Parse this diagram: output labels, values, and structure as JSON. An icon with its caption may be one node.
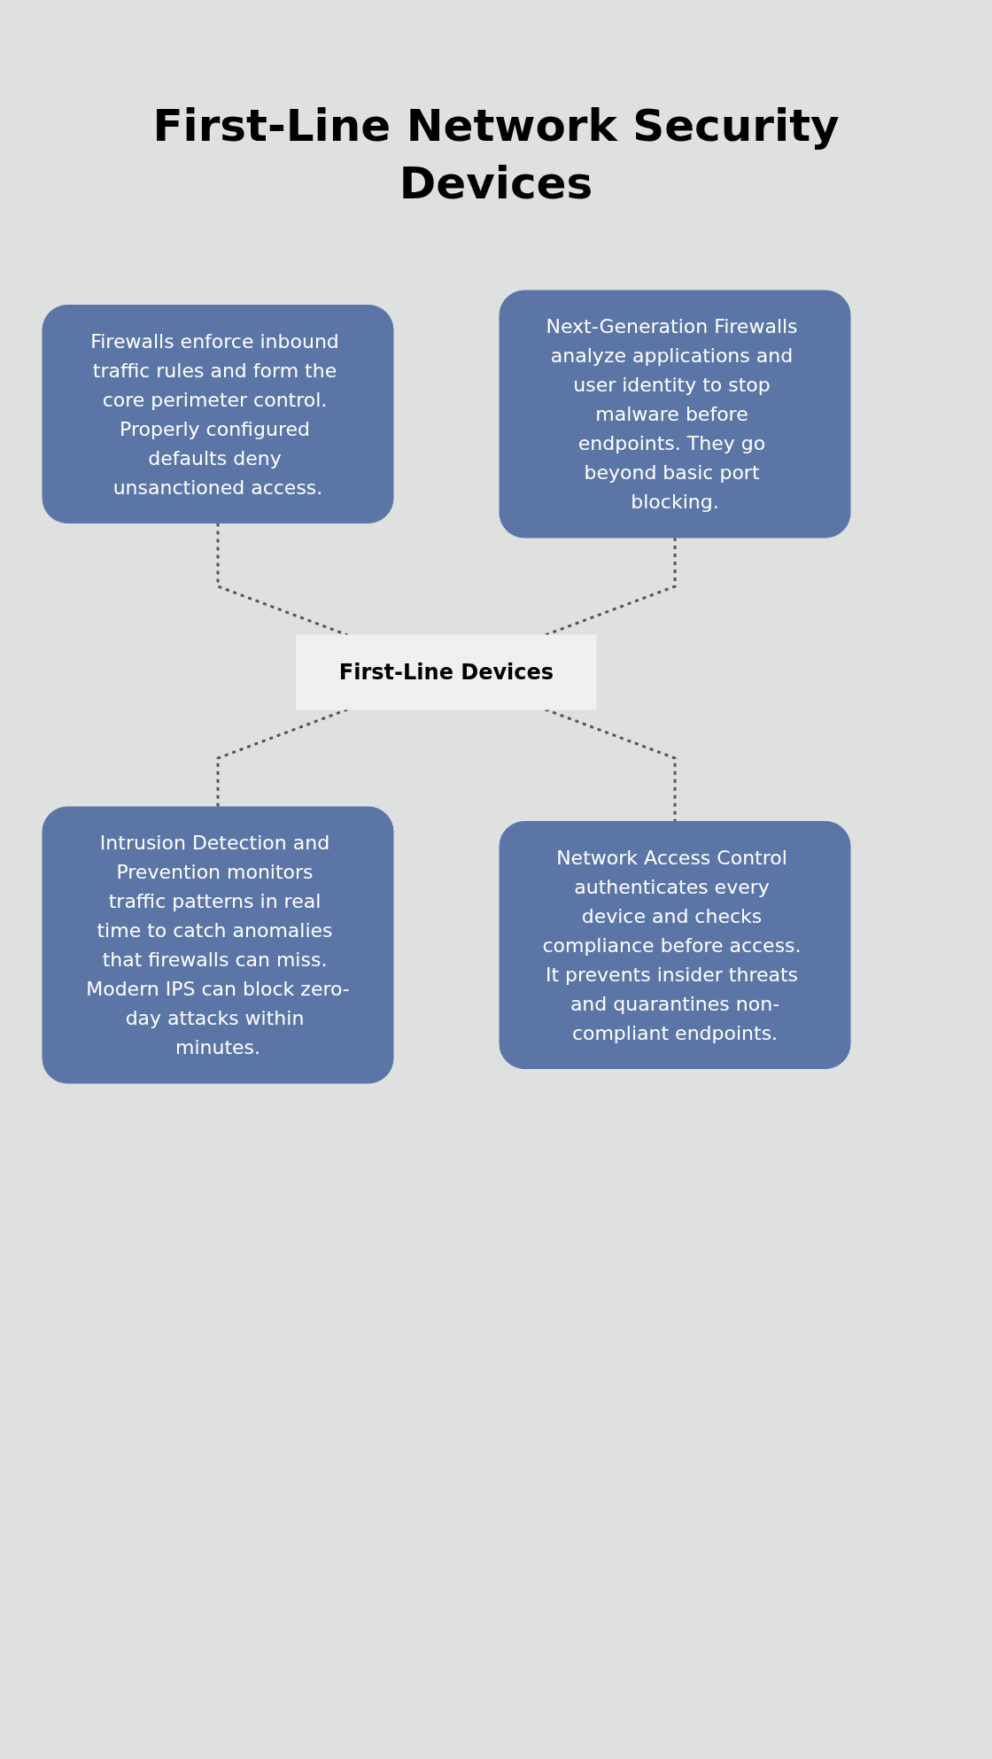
{
  "diagram": {
    "title": "First-Line Network Security Devices",
    "nodes": [
      {
        "text": [
          "Firewalls enforce inbound traffic rules and form the core perimeter control. Properly configured defaults deny unsanctioned access."
        ]
      },
      {
        "text": [
          "Next-Generation Firewalls analyze applications and user identity to stop malware before endpoints. They go beyond basic port blocking."
        ]
      },
      {
        "text": [
          "First-Line Devices"
        ]
      },
      {
        "text": [
          "Intrusion Detection and Prevention monitors traffic patterns in real time to catch anomalies that firewalls can miss. Modern IPS can block zero-day attacks within minutes."
        ]
      },
      {
        "text": [
          "Network Access Control authenticates every device and checks compliance before access. It prevents insider threats and quarantines non-compliant endpoints."
        ]
      }
    ],
    "edges": [
      {
        "from": 0,
        "to": 2,
        "arrow": "none",
        "style": "dashed"
      },
      {
        "from": 1,
        "to": 2,
        "arrow": "none",
        "style": "dashed"
      },
      {
        "from": 2,
        "to": 3,
        "arrow": "none",
        "style": "dashed"
      },
      {
        "from": 2,
        "to": 4,
        "arrow": "none",
        "style": "dashed"
      }
    ]
  }
}
